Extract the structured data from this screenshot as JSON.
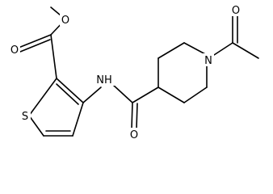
{
  "molecule": {
    "atoms": {
      "ester_o_carbonyl": "O",
      "ester_o_methoxy": "O",
      "thiophene_s": "S",
      "amide_nh": "NH",
      "amide_o": "O",
      "piperidine_n": "N",
      "acetyl_o": "O"
    }
  }
}
